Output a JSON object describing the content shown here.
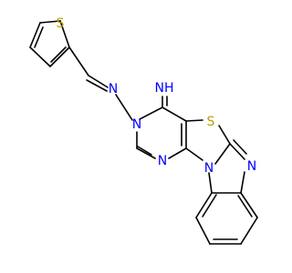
{
  "molecule": {
    "atoms": {
      "imine": "NH",
      "thiophene_s": "S",
      "hydrazone_n": "N",
      "ring_n3": "N",
      "ring_n1": "N",
      "thiazole_s": "S",
      "benz_n_ring": "N",
      "benz_n_fused": "N"
    },
    "colors": {
      "nitrogen": "#0000ff",
      "sulfur": "#b8a200",
      "bond": "#000000"
    }
  }
}
